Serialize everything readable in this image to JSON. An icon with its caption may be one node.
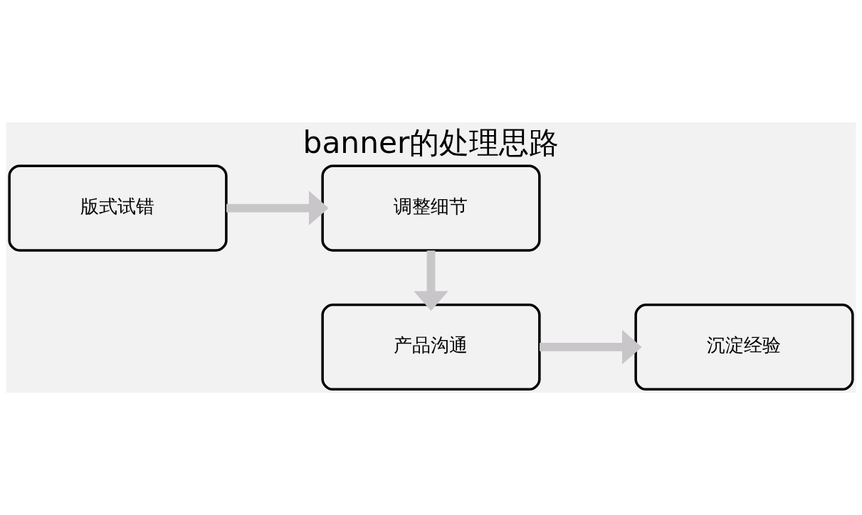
{
  "diagram": {
    "title": "banner的处理思路",
    "nodes": [
      {
        "text": [
          "版式试错"
        ]
      },
      {
        "text": [
          "调整细节"
        ]
      },
      {
        "text": [
          "产品沟通"
        ]
      },
      {
        "text": [
          "沉淀经验"
        ]
      }
    ],
    "edges": [
      {
        "from": 0,
        "to": 1,
        "arrow": "to"
      },
      {
        "from": 1,
        "to": 2,
        "arrow": "to"
      },
      {
        "from": 2,
        "to": 3,
        "arrow": "to"
      }
    ]
  }
}
